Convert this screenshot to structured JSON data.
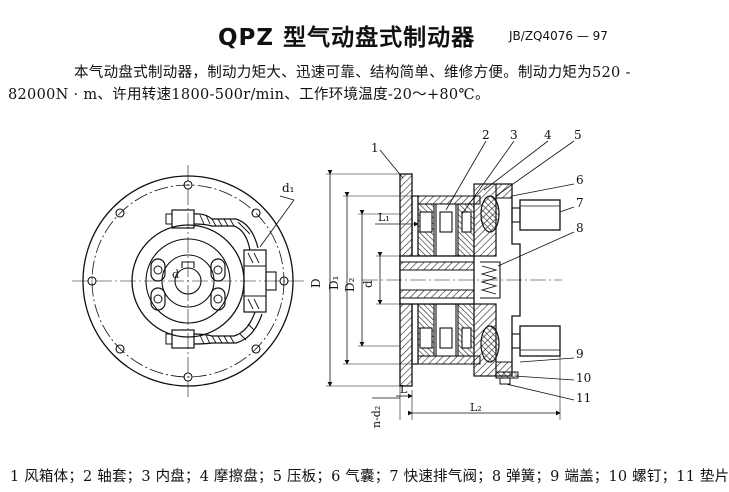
{
  "title": "QPZ 型气动盘式制动器",
  "standard": "JB/ZQ4076 — 97",
  "description": "本气动盘式制动器，制动力矩大、迅速可靠、结构简单、维修方便。制动力矩为520 - 82000N · m、许用转速1800-500r/min、工作环境温度-20～+80℃。",
  "callouts": [
    "1",
    "2",
    "3",
    "4",
    "5",
    "6",
    "7",
    "8",
    "9",
    "10",
    "11"
  ],
  "dim_labels": {
    "D": "D",
    "D1": "D₁",
    "D2": "D₂",
    "d": "d",
    "d1": "d₁",
    "L": "L",
    "L1": "L₁",
    "L2": "L₂",
    "nd2": "n-d₂"
  },
  "caption": "1 风箱体；2 轴套；3 内盘；4 摩擦盘；5 压板；6 气囊；7 快速排气阀；8 弹簧；9 端盖；10 螺钉；11 垫片"
}
